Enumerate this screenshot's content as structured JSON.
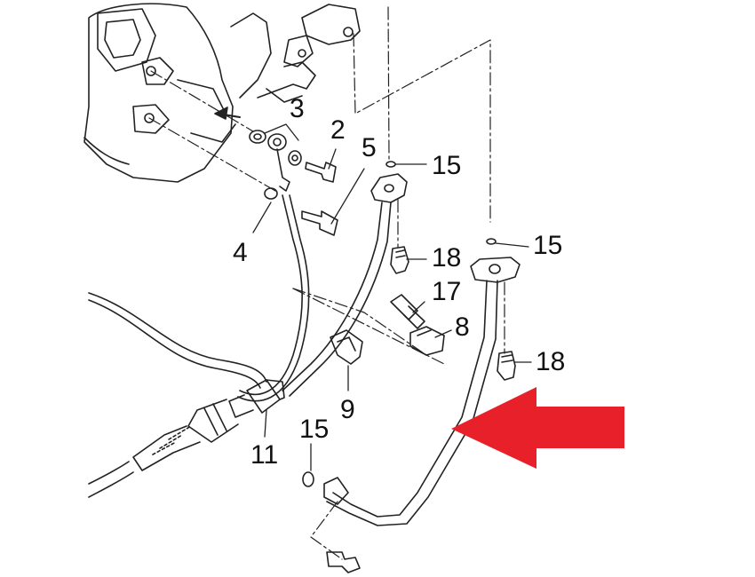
{
  "callouts": {
    "c2": "2",
    "c3": "3",
    "c4": "4",
    "c5": "5",
    "c8": "8",
    "c9": "9",
    "c11": "11",
    "c15a": "15",
    "c15b": "15",
    "c15c": "15",
    "c17": "17",
    "c18a": "18",
    "c18b": "18"
  },
  "colors": {
    "highlight_arrow": "#e8202a",
    "line": "#222222"
  },
  "icons": {
    "direction_arrow": "arrow-left-icon",
    "highlight": "red-arrow-icon"
  }
}
